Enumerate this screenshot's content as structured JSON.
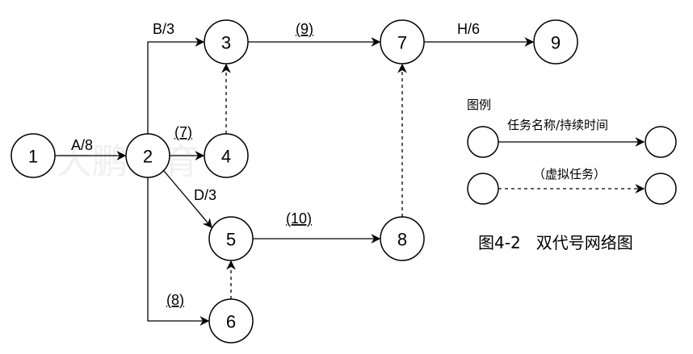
{
  "nodes": [
    {
      "id": "1",
      "label": "1"
    },
    {
      "id": "2",
      "label": "2"
    },
    {
      "id": "3",
      "label": "3"
    },
    {
      "id": "4",
      "label": "4"
    },
    {
      "id": "5",
      "label": "5"
    },
    {
      "id": "6",
      "label": "6"
    },
    {
      "id": "7",
      "label": "7"
    },
    {
      "id": "8",
      "label": "8"
    },
    {
      "id": "9",
      "label": "9"
    }
  ],
  "edges": [
    {
      "from": "1",
      "to": "2",
      "label": "A/8",
      "dashed": false,
      "underline": false
    },
    {
      "from": "2",
      "to": "3",
      "label": "B/3",
      "dashed": false,
      "underline": false
    },
    {
      "from": "2",
      "to": "4",
      "label": "(7)",
      "dashed": false,
      "underline": true
    },
    {
      "from": "2",
      "to": "5",
      "label": "D/3",
      "dashed": false,
      "underline": false
    },
    {
      "from": "2",
      "to": "6",
      "label": "(8)",
      "dashed": false,
      "underline": true
    },
    {
      "from": "4",
      "to": "3",
      "label": "",
      "dashed": true,
      "underline": false
    },
    {
      "from": "3",
      "to": "7",
      "label": "(9)",
      "dashed": false,
      "underline": true
    },
    {
      "from": "5",
      "to": "8",
      "label": "(10)",
      "dashed": false,
      "underline": true
    },
    {
      "from": "6",
      "to": "5",
      "label": "",
      "dashed": true,
      "underline": false
    },
    {
      "from": "8",
      "to": "7",
      "label": "",
      "dashed": true,
      "underline": false
    },
    {
      "from": "7",
      "to": "9",
      "label": "H/6",
      "dashed": false,
      "underline": false
    }
  ],
  "legend": {
    "title": "图例",
    "solid_label": "任务名称/持续时间",
    "dashed_label": "（虚拟任务）"
  },
  "caption": "图4-2   双代号网络图",
  "watermark": "大鹏教育"
}
